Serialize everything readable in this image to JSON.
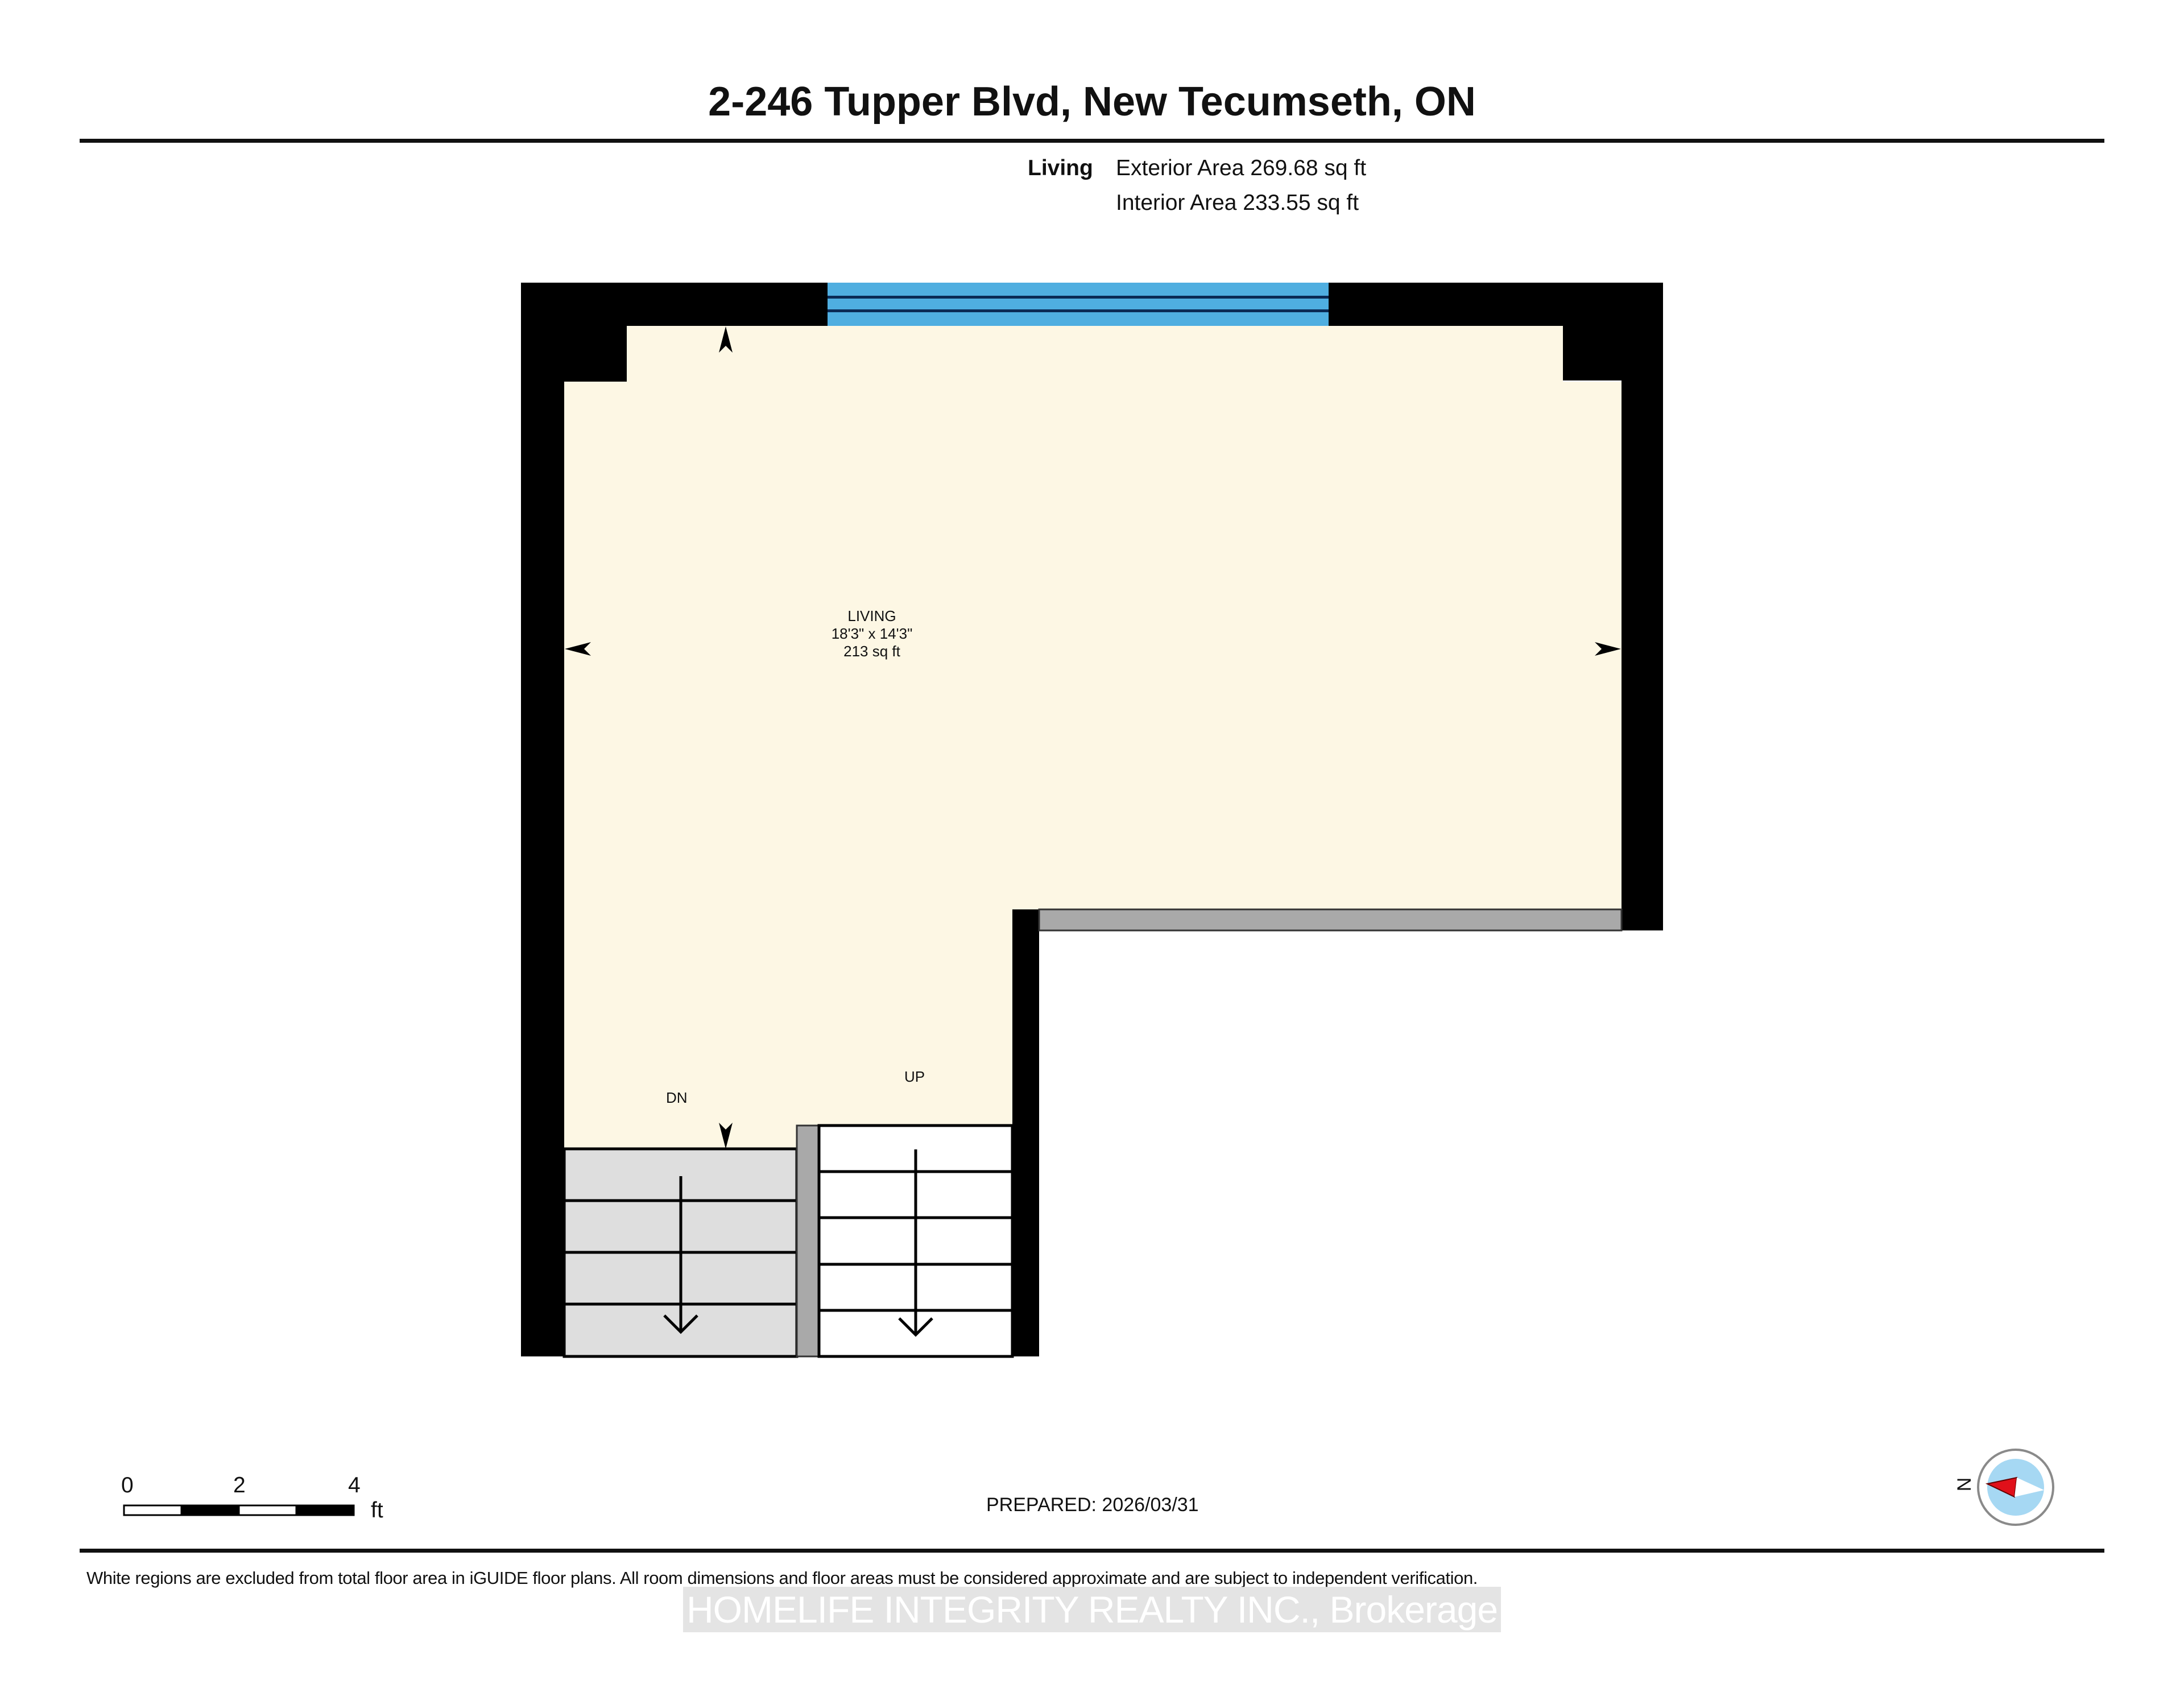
{
  "header": {
    "title": "2-246 Tupper Blvd, New Tecumseth, ON"
  },
  "area_summary": {
    "level_label": "Living",
    "exterior_area": "Exterior Area 269.68 sq ft",
    "interior_area": "Interior Area 233.55 sq ft"
  },
  "plan": {
    "rooms": [
      {
        "name": "LIVING",
        "dimensions": "18'3\" x 14'3\"",
        "area": "213 sq ft"
      }
    ],
    "stairs": [
      {
        "label": "DN",
        "treads": 4,
        "fill": "#dedede"
      },
      {
        "label": "UP",
        "treads": 5,
        "fill": "#ffffff"
      }
    ],
    "colors": {
      "floor": "#fdf7e4",
      "wall": "#000000",
      "interior_wall": "#a9a9a9",
      "window": "#4faee0",
      "window_lines": "#0a2a55"
    }
  },
  "scale_bar": {
    "ticks": [
      "0",
      "2",
      "4"
    ],
    "unit": "ft"
  },
  "prepared": "PREPARED: 2026/03/31",
  "compass": {
    "north_label": "N",
    "needle_color": "#e0101a",
    "dial_color": "#a6d8f3"
  },
  "footer": {
    "disclaimer": "White regions are excluded from total floor area in iGUIDE floor plans. All room dimensions and floor areas must be considered approximate and are subject to independent verification.",
    "watermark": "HOMELIFE INTEGRITY REALTY INC., Brokerage"
  }
}
